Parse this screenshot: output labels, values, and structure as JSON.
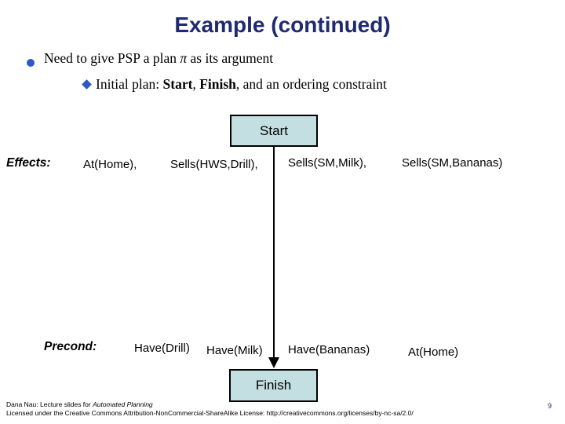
{
  "title": "Example (continued)",
  "page_number": "9",
  "bullet1": {
    "text_pre": "Need to give PSP a plan ",
    "pi": "π",
    "text_post": " as its argument"
  },
  "bullet2": {
    "text_pre": "Initial plan: ",
    "start": "Start",
    "comma": ", ",
    "finish": "Finish",
    "text_post": ", and an ordering constraint"
  },
  "diagram": {
    "start_box_label": "Start",
    "finish_box_label": "Finish",
    "effects_label": "Effects:",
    "effects": [
      "At(Home),",
      "Sells(HWS,Drill),",
      "Sells(SM,Milk),",
      "Sells(SM,Bananas)"
    ],
    "precond_label": "Precond:",
    "preconds": [
      "Have(Drill)",
      "Have(Milk)",
      "Have(Bananas)",
      "At(Home)"
    ],
    "colors": {
      "box_fill": "#c3dfe1",
      "box_border": "#000000",
      "title_navy": "#1f2a70",
      "bullet_blue": "#2e57c8"
    }
  },
  "footer": {
    "credit_pre": "Dana Nau: Lecture slides for ",
    "credit_italic": "Automated Planning",
    "license": "Licensed under the Creative Commons Attribution-NonCommercial-ShareAlike License: http://creativecommons.org/licenses/by-nc-sa/2.0/"
  }
}
